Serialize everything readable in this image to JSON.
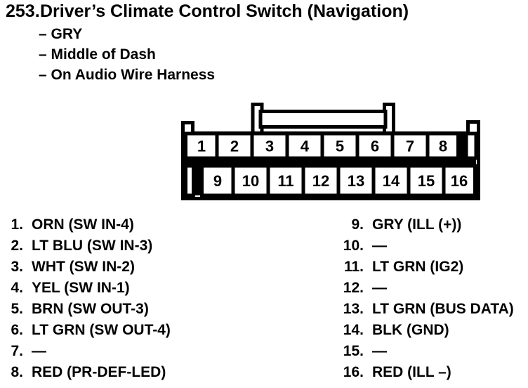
{
  "header": {
    "item_number": "253.",
    "title": "Driver’s Climate Control Switch (Navigation)"
  },
  "details": {
    "lines": [
      "– GRY",
      "– Middle of Dash",
      "– On Audio Wire Harness"
    ]
  },
  "connector": {
    "description": "16-pin connector, front view, two rows with top lock tab",
    "colors": {
      "outline": "#000000",
      "fill": "#ffffff"
    },
    "top_row": [
      "1",
      "2",
      "3",
      "4",
      "5",
      "6",
      "7",
      "8"
    ],
    "bottom_row": [
      "9",
      "10",
      "11",
      "12",
      "13",
      "14",
      "15",
      "16"
    ]
  },
  "pin_list": {
    "left": [
      {
        "num": "1.",
        "label": "ORN (SW IN-4)"
      },
      {
        "num": "2.",
        "label": "LT BLU (SW IN-3)"
      },
      {
        "num": "3.",
        "label": "WHT (SW IN-2)"
      },
      {
        "num": "4.",
        "label": "YEL (SW IN-1)"
      },
      {
        "num": "5.",
        "label": "BRN (SW OUT-3)"
      },
      {
        "num": "6.",
        "label": "LT GRN (SW OUT-4)"
      },
      {
        "num": "7.",
        "label": "—"
      },
      {
        "num": "8.",
        "label": "RED (PR-DEF-LED)"
      }
    ],
    "right": [
      {
        "num": "9.",
        "label": "GRY (ILL (+))"
      },
      {
        "num": "10.",
        "label": "—"
      },
      {
        "num": "11.",
        "label": "LT GRN (IG2)"
      },
      {
        "num": "12.",
        "label": "—"
      },
      {
        "num": "13.",
        "label": "LT GRN (BUS DATA)"
      },
      {
        "num": "14.",
        "label": "BLK (GND)"
      },
      {
        "num": "15.",
        "label": "—"
      },
      {
        "num": "16.",
        "label": "RED (ILL –)"
      }
    ]
  }
}
